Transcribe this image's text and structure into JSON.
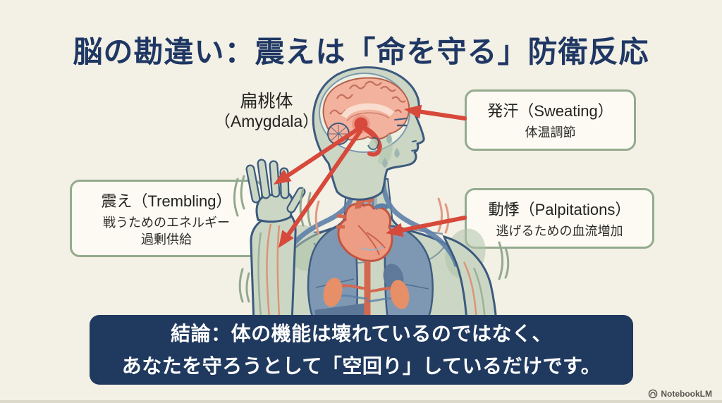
{
  "meta": {
    "background_color": "#f3f0e6",
    "accent_red": "#d6493b",
    "navy": "#20395e",
    "title_navy": "#1f3763",
    "callout_border_green": "#94ab8e",
    "callout_background": "#fcfaf2"
  },
  "title": "脳の勘違い：震えは「命を守る」防衛反応",
  "figure": {
    "amygdala_label": {
      "jp": "扁桃体",
      "en": "（Amygdala）"
    },
    "icons": [
      "brain-icon",
      "amygdala-marker-icon",
      "cerebellum-icon",
      "heart-icon",
      "lungs-icon",
      "kidneys-icon",
      "raised-hand-icon",
      "sweat-drop-icon",
      "tremor-lines-icon",
      "red-arrow-icon"
    ],
    "arrows": [
      {
        "from": "amygdala",
        "to": "raised-hand"
      },
      {
        "from": "amygdala",
        "to": "forearm"
      },
      {
        "from": "sweating-callout",
        "to": "head"
      },
      {
        "from": "palpitations-callout",
        "to": "heart"
      }
    ]
  },
  "callouts": {
    "trembling": {
      "title": "震え（Trembling）",
      "lines": [
        "戦うためのエネルギー",
        "過剰供給"
      ]
    },
    "sweating": {
      "title": "発汗（Sweating）",
      "lines": [
        "体温調節"
      ]
    },
    "palpitations": {
      "title": "動悸（Palpitations）",
      "lines": [
        "逃げるための血流増加"
      ]
    }
  },
  "conclusion": {
    "lines": [
      "結論：体の機能は壊れているのではなく、",
      "あなたを守ろうとして「空回り」しているだけです。"
    ]
  },
  "watermark": {
    "label": "NotebookLM"
  }
}
